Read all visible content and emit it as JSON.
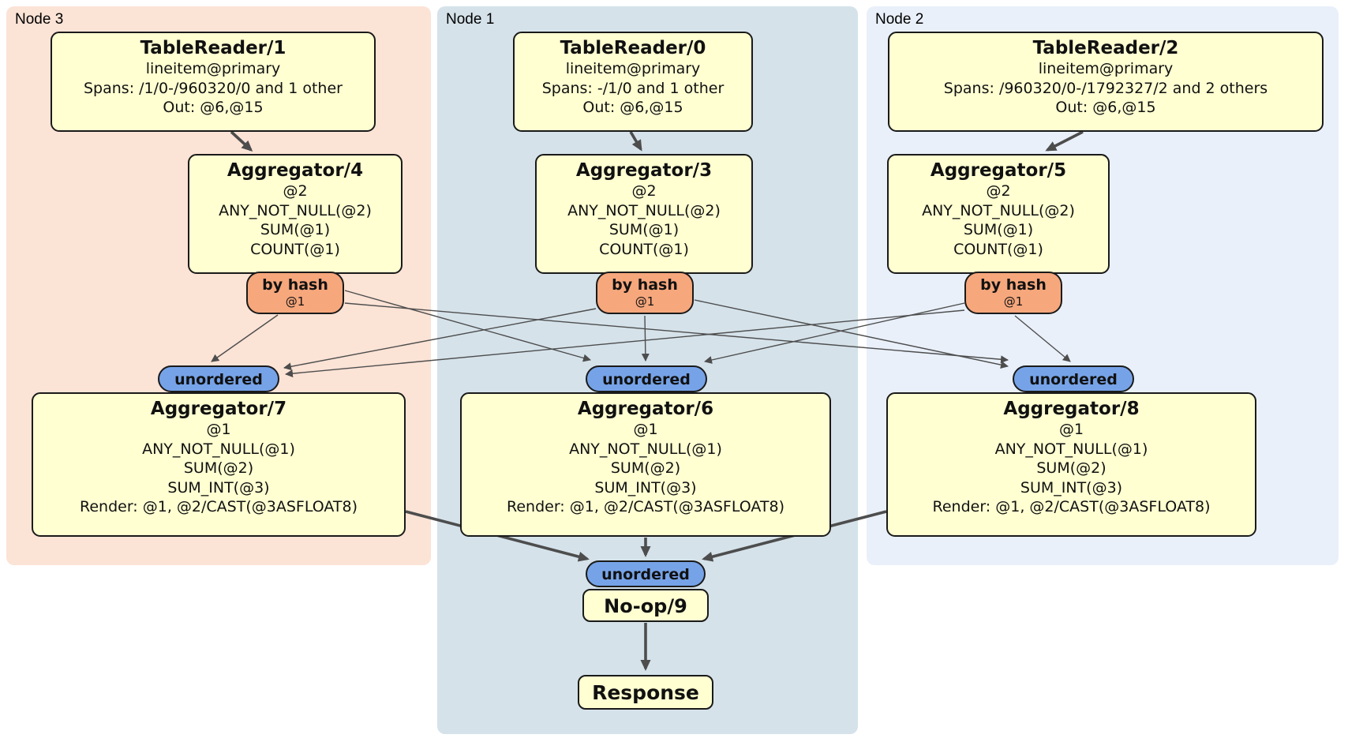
{
  "colors": {
    "node3_bg": "#fbe3d6",
    "node1_bg": "#d5e2ea",
    "node2_bg": "#e9f0fa",
    "processor_fill": "#ffffd2",
    "router_fill": "#f6a77c",
    "synchronizer_fill": "#76a3e8",
    "edge": "#4d4d4d"
  },
  "groups": [
    {
      "label": "Node 3",
      "table_reader": {
        "title": "TableReader/1",
        "lines": [
          "lineitem@primary",
          "Spans: /1/0-/960320/0 and 1 other",
          "Out: @6,@15"
        ]
      },
      "aggregator_top": {
        "title": "Aggregator/4",
        "lines": [
          "@2",
          "ANY_NOT_NULL(@2)",
          "SUM(@1)",
          "COUNT(@1)"
        ]
      },
      "router": {
        "label": "by hash",
        "detail": "@1"
      },
      "synchronizer": {
        "label": "unordered"
      },
      "aggregator_bottom": {
        "title": "Aggregator/7",
        "lines": [
          "@1",
          "ANY_NOT_NULL(@1)",
          "SUM(@2)",
          "SUM_INT(@3)",
          "Render: @1, @2/CAST(@3ASFLOAT8)"
        ]
      }
    },
    {
      "label": "Node 1",
      "table_reader": {
        "title": "TableReader/0",
        "lines": [
          "lineitem@primary",
          "Spans: -/1/0 and 1 other",
          "Out: @6,@15"
        ]
      },
      "aggregator_top": {
        "title": "Aggregator/3",
        "lines": [
          "@2",
          "ANY_NOT_NULL(@2)",
          "SUM(@1)",
          "COUNT(@1)"
        ]
      },
      "router": {
        "label": "by hash",
        "detail": "@1"
      },
      "synchronizer": {
        "label": "unordered"
      },
      "aggregator_bottom": {
        "title": "Aggregator/6",
        "lines": [
          "@1",
          "ANY_NOT_NULL(@1)",
          "SUM(@2)",
          "SUM_INT(@3)",
          "Render: @1, @2/CAST(@3ASFLOAT8)"
        ]
      }
    },
    {
      "label": "Node 2",
      "table_reader": {
        "title": "TableReader/2",
        "lines": [
          "lineitem@primary",
          "Spans: /960320/0-/1792327/2 and 2 others",
          "Out: @6,@15"
        ]
      },
      "aggregator_top": {
        "title": "Aggregator/5",
        "lines": [
          "@2",
          "ANY_NOT_NULL(@2)",
          "SUM(@1)",
          "COUNT(@1)"
        ]
      },
      "router": {
        "label": "by hash",
        "detail": "@1"
      },
      "synchronizer": {
        "label": "unordered"
      },
      "aggregator_bottom": {
        "title": "Aggregator/8",
        "lines": [
          "@1",
          "ANY_NOT_NULL(@1)",
          "SUM(@2)",
          "SUM_INT(@3)",
          "Render: @1, @2/CAST(@3ASFLOAT8)"
        ]
      }
    }
  ],
  "output": {
    "synchronizer": {
      "label": "unordered"
    },
    "noop": {
      "title": "No-op/9"
    },
    "response": {
      "title": "Response"
    }
  }
}
